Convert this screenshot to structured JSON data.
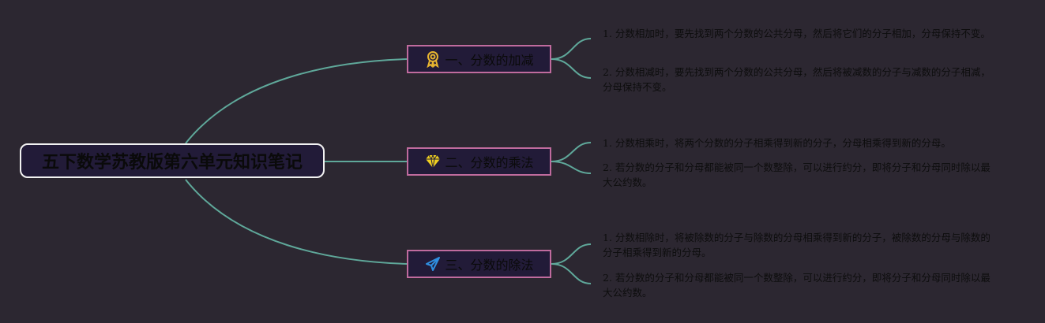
{
  "root": {
    "title": "五下数学苏教版第六单元知识笔记"
  },
  "branches": [
    {
      "label": "一、分数的加减",
      "icon": "award-ribbon-icon",
      "icon_color": "#e8b530",
      "notes": [
        "1. 分数相加时，要先找到两个分数的公共分母，然后将它们的分子相加，分母保持不变。",
        "2. 分数相减时，要先找到两个分数的公共分母，然后将被减数的分子与减数的分子相减，分母保持不变。"
      ]
    },
    {
      "label": "二、分数的乘法",
      "icon": "diamond-icon",
      "icon_color": "#f0d020",
      "notes": [
        "1. 分数相乘时，将两个分数的分子相乘得到新的分子，分母相乘得到新的分母。",
        "2. 若分数的分子和分母都能被同一个数整除，可以进行约分，即将分子和分母同时除以最大公约数。"
      ]
    },
    {
      "label": "三、分数的除法",
      "icon": "paper-plane-icon",
      "icon_color": "#2f8fe0",
      "notes": [
        "1. 分数相除时，将被除数的分子与除数的分母相乘得到新的分子，被除数的分母与除数的分子相乘得到新的分母。",
        "2. 若分数的分子和分母都能被同一个数整除，可以进行约分，即将分子和分母同时除以最大公约数。"
      ]
    }
  ],
  "colors": {
    "background": "#2c2731",
    "connector": "#5fa89a",
    "branch_border": "#c06b9e",
    "node_fill": "#221b38",
    "root_border": "#f2f2f2"
  }
}
